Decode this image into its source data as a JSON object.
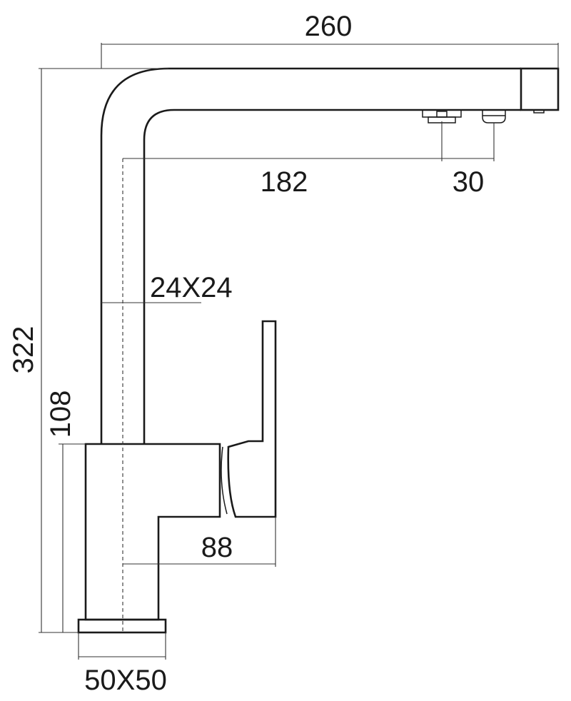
{
  "dimensions": {
    "overall_width": "260",
    "overall_height": "322",
    "spout_reach": "182",
    "outlet_spacing": "30",
    "spout_section": "24X24",
    "body_height": "108",
    "handle_projection": "88",
    "base_size": "50X50"
  }
}
